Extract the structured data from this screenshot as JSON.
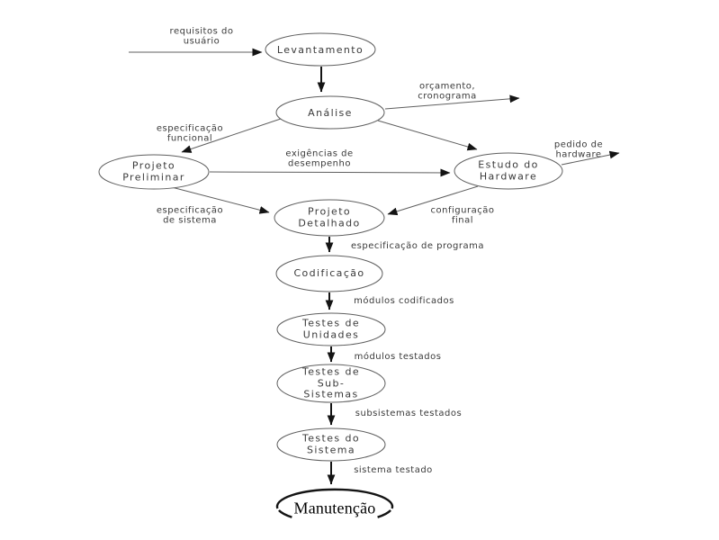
{
  "diagram": {
    "title_hint": "waterfall software process flowchart (Portuguese)",
    "colors": {
      "background": "#ffffff",
      "node_stroke": "#5f5f5f",
      "edge_line": "#5f5f5f",
      "chain_arrow": "#141414",
      "label_text": "#3a3a3a",
      "maintenance_text": "#000000"
    },
    "nodes": {
      "levantamento": "Levantamento",
      "analise": "Análise",
      "projeto_preliminar": "Projeto\nPreliminar",
      "estudo_hardware": "Estudo do\nHardware",
      "projeto_detalhado": "Projeto\nDetalhado",
      "codificacao": "Codificação",
      "testes_unidades": "Testes de\nUnidades",
      "testes_subsistemas": "Testes de\nSub-\nSistemas",
      "testes_sistema": "Testes do\nSistema",
      "manutencao": "Manutenção"
    },
    "edge_labels": {
      "requisitos_usuario": "requisitos do\nusuário",
      "orcamento_cronograma": "orçamento,\ncronograma",
      "especificacao_funcional": "especificação\nfuncional",
      "exigencias_desempenho": "exigências de\ndesempenho",
      "pedido_hardware": "pedido de\nhardware",
      "especificacao_sistema": "especificação\nde sistema",
      "configuracao_final": "configuração\nfinal",
      "especificacao_programa": "especificação de programa",
      "modulos_codificados": "módulos codificados",
      "modulos_testados": "módulos testados",
      "subsistemas_testados": "subsistemas testados",
      "sistema_testado": "sistema testado"
    }
  }
}
